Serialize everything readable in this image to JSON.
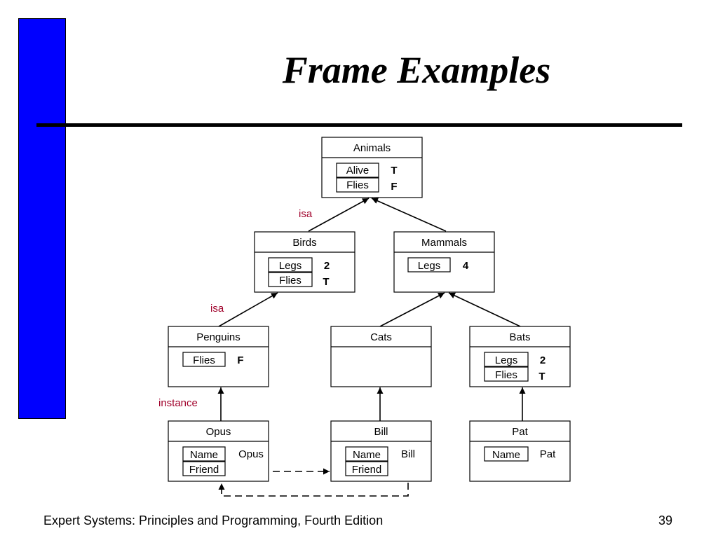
{
  "slide": {
    "title": "Frame Examples",
    "footer_text": "Expert Systems: Principles and Programming, Fourth Edition",
    "page_number": "39"
  },
  "frames": {
    "animals": {
      "name": "Animals",
      "slots": [
        {
          "label": "Alive",
          "value": "T"
        },
        {
          "label": "Flies",
          "value": "F"
        }
      ]
    },
    "birds": {
      "name": "Birds",
      "slots": [
        {
          "label": "Legs",
          "value": "2"
        },
        {
          "label": "Flies",
          "value": "T"
        }
      ]
    },
    "mammals": {
      "name": "Mammals",
      "slots": [
        {
          "label": "Legs",
          "value": "4"
        }
      ]
    },
    "penguins": {
      "name": "Penguins",
      "slots": [
        {
          "label": "Flies",
          "value": "F"
        }
      ]
    },
    "cats": {
      "name": "Cats",
      "slots": []
    },
    "bats": {
      "name": "Bats",
      "slots": [
        {
          "label": "Legs",
          "value": "2"
        },
        {
          "label": "Flies",
          "value": "T"
        }
      ]
    },
    "opus": {
      "name": "Opus",
      "slots": [
        {
          "label": "Name",
          "value": "Opus"
        },
        {
          "label": "Friend",
          "value": ""
        }
      ]
    },
    "bill": {
      "name": "Bill",
      "slots": [
        {
          "label": "Name",
          "value": "Bill"
        },
        {
          "label": "Friend",
          "value": ""
        }
      ]
    },
    "pat": {
      "name": "Pat",
      "slots": [
        {
          "label": "Name",
          "value": "Pat"
        }
      ]
    }
  },
  "edge_labels": {
    "birds_isa": "isa",
    "penguins_isa": "isa",
    "opus_instance": "instance"
  },
  "colors": {
    "accent_bar": "#0000ff",
    "relation_label": "#a0002a"
  }
}
